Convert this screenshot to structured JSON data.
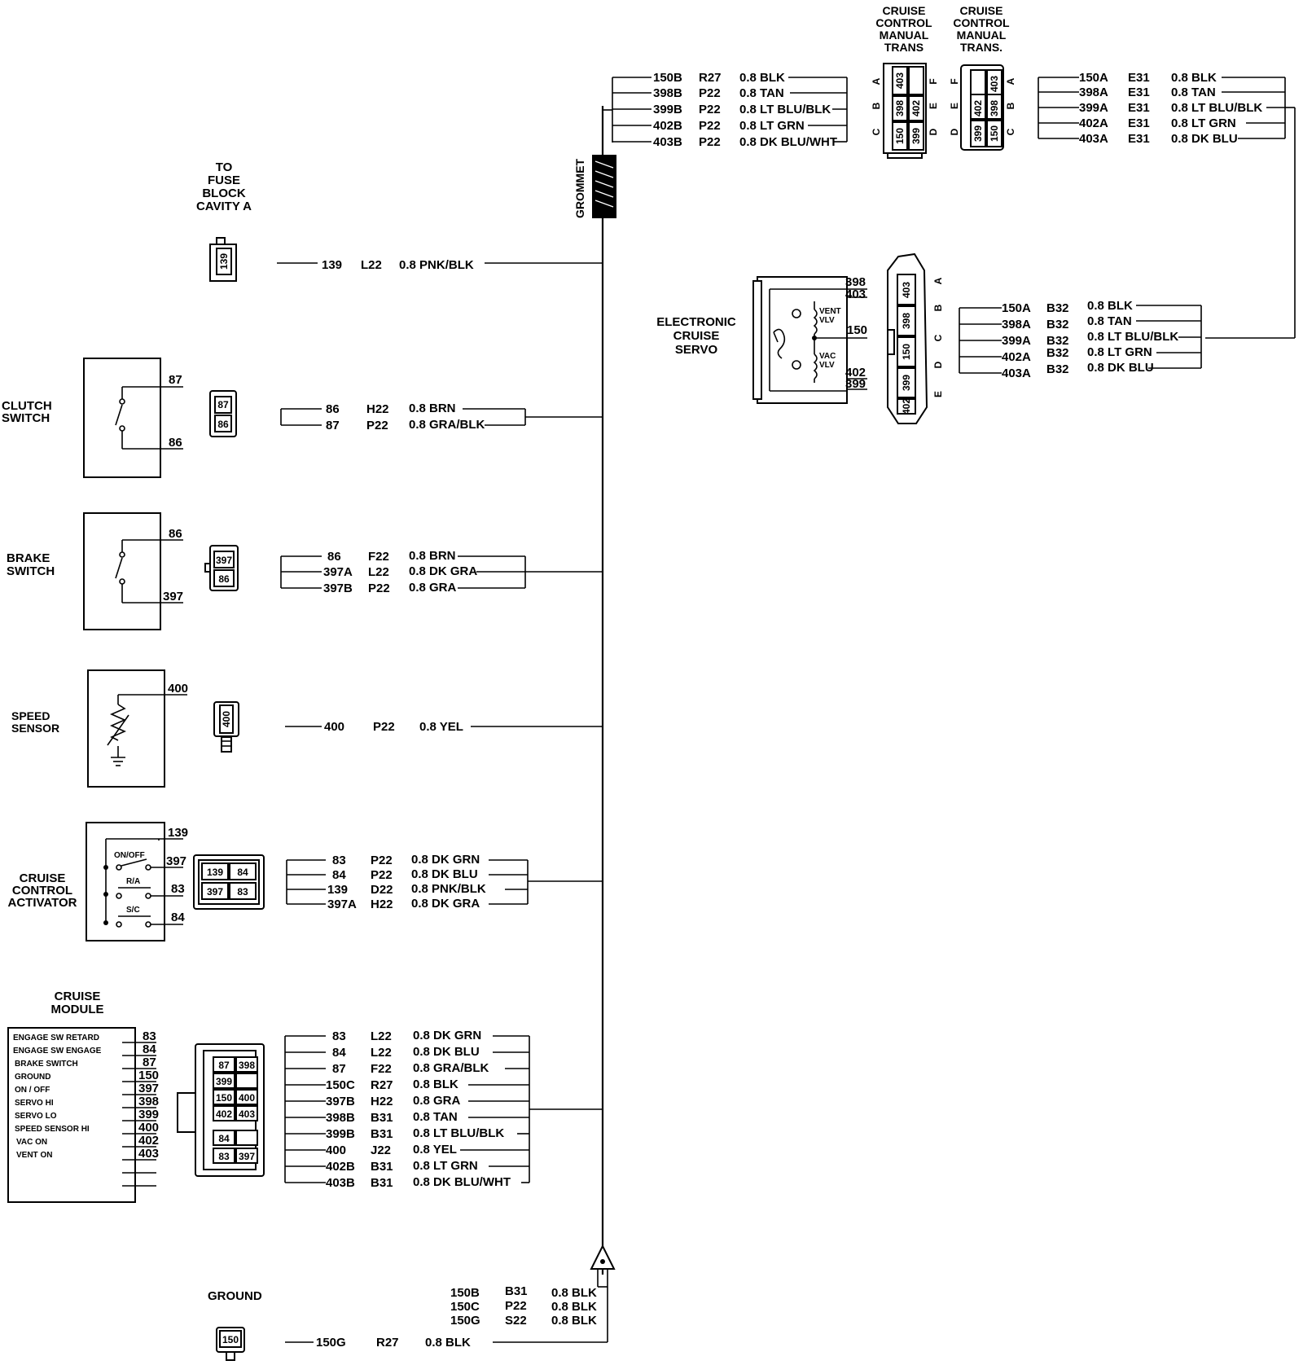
{
  "labels": {
    "grommet": "GROMMET",
    "to_fuse_block": [
      "TO",
      "FUSE",
      "BLOCK",
      "CAVITY A"
    ],
    "cc_manual_trans_1": [
      "CRUISE",
      "CONTROL",
      "MANUAL",
      "TRANS"
    ],
    "cc_manual_trans_2": [
      "CRUISE",
      "CONTROL",
      "MANUAL",
      "TRANS."
    ],
    "electronic_cruise_servo": [
      "ELECTRONIC",
      "CRUISE",
      "SERVO"
    ],
    "clutch_switch": [
      "CLUTCH",
      "SWITCH"
    ],
    "brake_switch": [
      "BRAKE",
      "SWITCH"
    ],
    "speed_sensor": [
      "SPEED",
      "SENSOR"
    ],
    "cruise_control_activator": [
      "CRUISE",
      "CONTROL",
      "ACTIVATOR"
    ],
    "cruise_module": [
      "CRUISE",
      "MODULE"
    ],
    "ground": "GROUND",
    "vent_vlv": [
      "VENT",
      "VLV"
    ],
    "vac_vlv": [
      "VAC",
      "VLV"
    ],
    "on_off": "ON/OFF",
    "r_a": "R/A",
    "s_c": "S/C"
  },
  "fuse_wire": {
    "circuit": "139",
    "code": "L22",
    "wire": "0.8 PNK/BLK",
    "pin": "139"
  },
  "cc_trans1_wires": [
    {
      "circuit": "150B",
      "code": "R27",
      "wire": "0.8 BLK"
    },
    {
      "circuit": "398B",
      "code": "P22",
      "wire": "0.8 TAN"
    },
    {
      "circuit": "399B",
      "code": "P22",
      "wire": "0.8 LT BLU/BLK"
    },
    {
      "circuit": "402B",
      "code": "P22",
      "wire": "0.8 LT GRN"
    },
    {
      "circuit": "403B",
      "code": "P22",
      "wire": "0.8 DK BLU/WHT"
    }
  ],
  "cc_trans1_pins": {
    "letters_left": [
      "A",
      "B",
      "C"
    ],
    "letters_right": [
      "F",
      "E",
      "D"
    ],
    "cells": [
      "403",
      "398",
      "402",
      "150",
      "399"
    ]
  },
  "cc_trans2_wires": [
    {
      "circuit": "150A",
      "code": "E31",
      "wire": "0.8 BLK"
    },
    {
      "circuit": "398A",
      "code": "E31",
      "wire": "0.8 TAN"
    },
    {
      "circuit": "399A",
      "code": "E31",
      "wire": "0.8 LT BLU/BLK"
    },
    {
      "circuit": "402A",
      "code": "E31",
      "wire": "0.8 LT GRN"
    },
    {
      "circuit": "403A",
      "code": "E31",
      "wire": "0.8 DK BLU"
    }
  ],
  "cc_trans2_pins": {
    "letters_left": [
      "F",
      "E",
      "D"
    ],
    "letters_right": [
      "A",
      "B",
      "C"
    ],
    "cells": [
      "403",
      "402",
      "398",
      "399",
      "150"
    ]
  },
  "servo_wires": [
    {
      "circuit": "150A",
      "code": "B32",
      "wire": "0.8 BLK"
    },
    {
      "circuit": "398A",
      "code": "B32",
      "wire": "0.8 TAN"
    },
    {
      "circuit": "399A",
      "code": "B32",
      "wire": "0.8 LT BLU/BLK"
    },
    {
      "circuit": "402A",
      "code": "B32",
      "wire": "0.8 LT GRN"
    },
    {
      "circuit": "403A",
      "code": "B32",
      "wire": "0.8 DK BLU"
    }
  ],
  "servo_pins": {
    "letters": [
      "A",
      "B",
      "C",
      "D",
      "E"
    ],
    "cells": [
      "403",
      "398",
      "150",
      "399",
      "402"
    ],
    "terminals": [
      "398",
      "403",
      "150",
      "402",
      "399"
    ]
  },
  "clutch": {
    "terminals": [
      "87",
      "86"
    ],
    "pins": [
      "87",
      "86"
    ],
    "wires": [
      {
        "circuit": "86",
        "code": "H22",
        "wire": "0.8 BRN"
      },
      {
        "circuit": "87",
        "code": "P22",
        "wire": "0.8 GRA/BLK"
      }
    ]
  },
  "brake": {
    "terminals": [
      "86",
      "397"
    ],
    "pins": [
      "397",
      "86"
    ],
    "wires": [
      {
        "circuit": "86",
        "code": "F22",
        "wire": "0.8 BRN"
      },
      {
        "circuit": "397A",
        "code": "L22",
        "wire": "0.8 DK GRA"
      },
      {
        "circuit": "397B",
        "code": "P22",
        "wire": "0.8 GRA"
      }
    ]
  },
  "speed": {
    "terminal": "400",
    "pin": "400",
    "wire": {
      "circuit": "400",
      "code": "P22",
      "wire": "0.8 YEL"
    }
  },
  "activator": {
    "terminals": [
      "139",
      "397",
      "83",
      "84"
    ],
    "pins": [
      "139",
      "84",
      "397",
      "83"
    ],
    "wires": [
      {
        "circuit": "83",
        "code": "P22",
        "wire": "0.8 DK GRN"
      },
      {
        "circuit": "84",
        "code": "P22",
        "wire": "0.8 DK BLU"
      },
      {
        "circuit": "139",
        "code": "D22",
        "wire": "0.8 PNK/BLK"
      },
      {
        "circuit": "397A",
        "code": "H22",
        "wire": "0.8 DK GRA"
      }
    ]
  },
  "module": {
    "functions": [
      {
        "name": "ENGAGE SW RETARD",
        "pin": "83"
      },
      {
        "name": "ENGAGE SW ENGAGE",
        "pin": "84"
      },
      {
        "name": "BRAKE SWITCH",
        "pin": "87"
      },
      {
        "name": "GROUND",
        "pin": "150"
      },
      {
        "name": "ON / OFF",
        "pin": "397"
      },
      {
        "name": "SERVO HI",
        "pin": "398"
      },
      {
        "name": "SERVO LO",
        "pin": "399"
      },
      {
        "name": "SPEED SENSOR HI",
        "pin": "400"
      },
      {
        "name": "VAC ON",
        "pin": "402"
      },
      {
        "name": "VENT ON",
        "pin": "403"
      }
    ],
    "cells": [
      "87",
      "398",
      "399",
      "150",
      "400",
      "402",
      "403",
      "84",
      "83",
      "397"
    ],
    "wires": [
      {
        "circuit": "83",
        "code": "L22",
        "wire": "0.8 DK GRN"
      },
      {
        "circuit": "84",
        "code": "L22",
        "wire": "0.8 DK BLU"
      },
      {
        "circuit": "87",
        "code": "F22",
        "wire": "0.8 GRA/BLK"
      },
      {
        "circuit": "150C",
        "code": "R27",
        "wire": "0.8 BLK"
      },
      {
        "circuit": "397B",
        "code": "H22",
        "wire": "0.8 GRA"
      },
      {
        "circuit": "398B",
        "code": "B31",
        "wire": "0.8 TAN"
      },
      {
        "circuit": "399B",
        "code": "B31",
        "wire": "0.8 LT BLU/BLK"
      },
      {
        "circuit": "400",
        "code": "J22",
        "wire": "0.8 YEL"
      },
      {
        "circuit": "402B",
        "code": "B31",
        "wire": "0.8 LT GRN"
      },
      {
        "circuit": "403B",
        "code": "B31",
        "wire": "0.8 DK BLU/WHT"
      }
    ]
  },
  "ground_splice": [
    {
      "circuit": "150B",
      "code": "B31",
      "wire": "0.8 BLK"
    },
    {
      "circuit": "150C",
      "code": "P22",
      "wire": "0.8 BLK"
    },
    {
      "circuit": "150G",
      "code": "S22",
      "wire": "0.8 BLK"
    }
  ],
  "ground_wire": {
    "circuit": "150G",
    "code": "R27",
    "wire": "0.8 BLK",
    "pin": "150"
  }
}
